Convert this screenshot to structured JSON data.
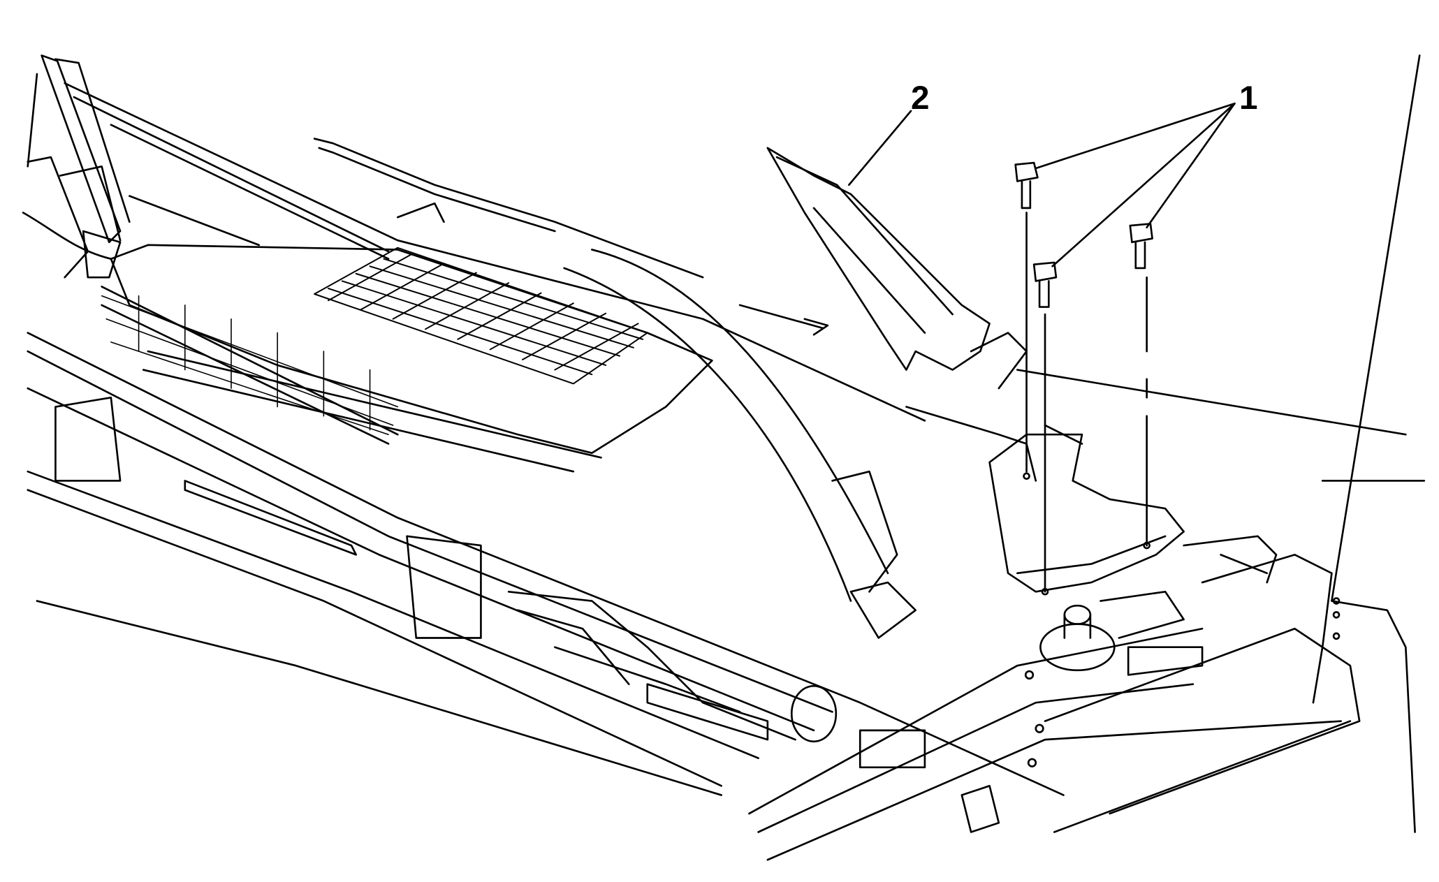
{
  "callouts": [
    {
      "id": "1",
      "label": "1"
    },
    {
      "id": "2",
      "label": "2"
    }
  ],
  "line_color": "#000000",
  "background": "#ffffff"
}
